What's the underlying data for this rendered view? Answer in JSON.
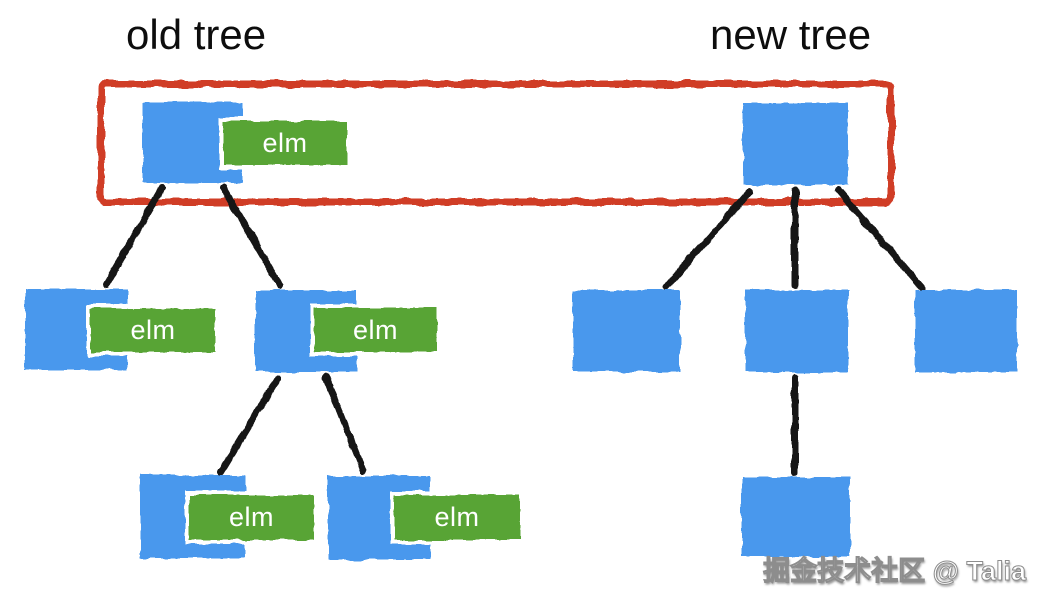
{
  "old_tree": {
    "title": "old tree",
    "nodes": [
      {
        "id": "old-root",
        "label": "elm",
        "children": [
          "old-child-1",
          "old-child-2"
        ]
      },
      {
        "id": "old-child-1",
        "label": "elm",
        "children": []
      },
      {
        "id": "old-child-2",
        "label": "elm",
        "children": [
          "old-grandchild-1",
          "old-grandchild-2"
        ]
      },
      {
        "id": "old-grandchild-1",
        "label": "elm",
        "children": []
      },
      {
        "id": "old-grandchild-2",
        "label": "elm",
        "children": []
      }
    ]
  },
  "new_tree": {
    "title": "new tree",
    "nodes": [
      {
        "id": "new-root",
        "label": "",
        "children": [
          "new-child-1",
          "new-child-2",
          "new-child-3"
        ]
      },
      {
        "id": "new-child-1",
        "label": "",
        "children": []
      },
      {
        "id": "new-child-2",
        "label": "",
        "children": [
          "new-grandchild-1"
        ]
      },
      {
        "id": "new-child-3",
        "label": "",
        "children": []
      },
      {
        "id": "new-grandchild-1",
        "label": "",
        "children": []
      }
    ]
  },
  "highlight": {
    "encloses": [
      "old-root",
      "new-root"
    ]
  },
  "watermark": "掘金技术社区 @ Talia",
  "colors": {
    "node": "#4a98ed",
    "label_bg": "#58a436",
    "label_text": "#ffffff",
    "highlight": "#d03c28",
    "edge": "#161616",
    "title_text": "#0d0d0d"
  }
}
